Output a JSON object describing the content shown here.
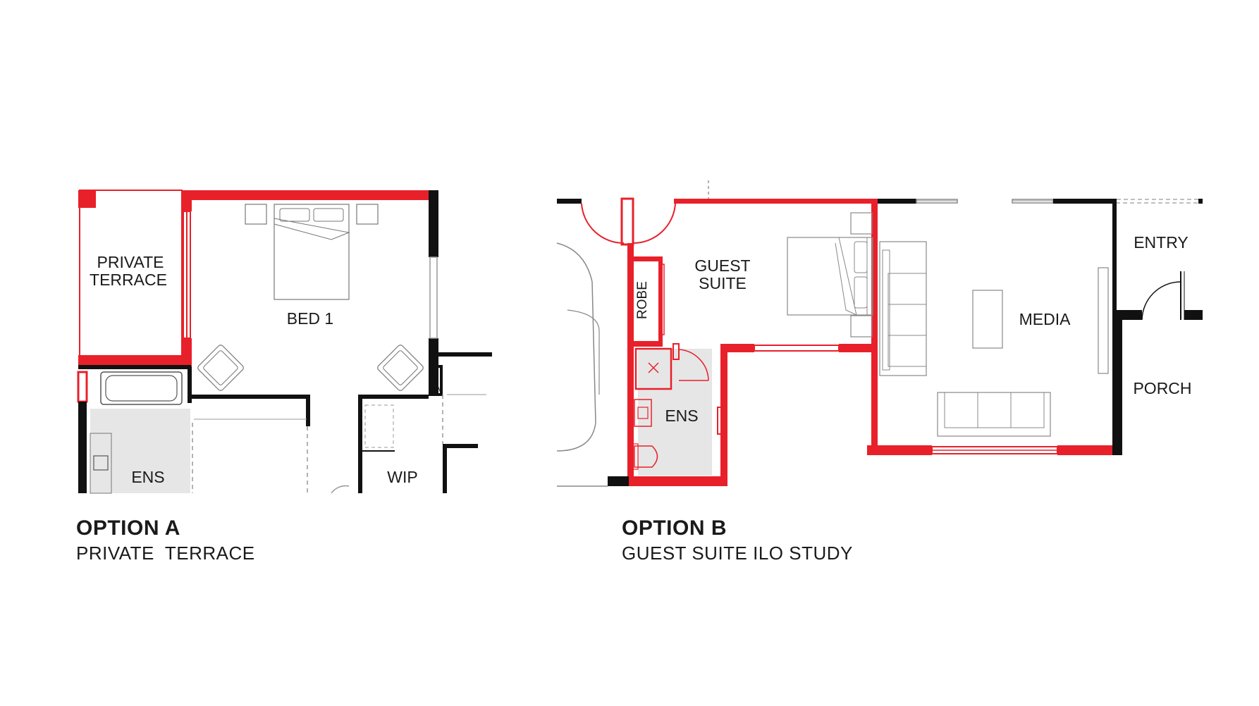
{
  "colors": {
    "accent": "#e8202a",
    "wall": "#111111",
    "fixture_fill": "#e6e6e6"
  },
  "option_a": {
    "title": "OPTION A",
    "subtitle": "PRIVATE  TERRACE",
    "rooms": {
      "terrace_line1": "PRIVATE",
      "terrace_line2": "TERRACE",
      "bed": "BED 1",
      "ens": "ENS",
      "wip": "WIP"
    }
  },
  "option_b": {
    "title": "OPTION B",
    "subtitle": "GUEST SUITE ILO STUDY",
    "rooms": {
      "guest_line1": "GUEST",
      "guest_line2": "SUITE",
      "robe": "ROBE",
      "ens": "ENS",
      "media": "MEDIA",
      "entry": "ENTRY",
      "porch": "PORCH"
    }
  }
}
